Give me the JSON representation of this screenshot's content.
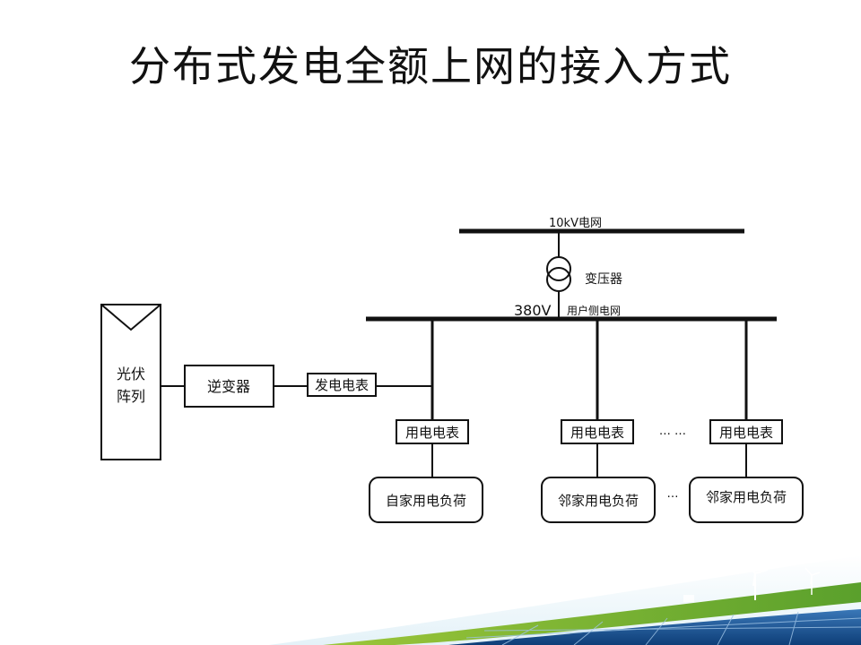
{
  "title": "分布式发电全额上网的接入方式",
  "grid_10kv": "10kV电网",
  "transformer": "变压器",
  "voltage_380": "380V",
  "user_side_grid": "用户侧电网",
  "pv_array_line1": "光伏",
  "pv_array_line2": "阵列",
  "inverter": "逆变器",
  "gen_meter": "发电电表",
  "consumption_meters": [
    "用电电表",
    "用电电表",
    "用电电表"
  ],
  "loads": [
    "自家用电负荷",
    "邻家用电负荷",
    "邻家用电负荷"
  ],
  "ellipsis": [
    "… …",
    "…"
  ]
}
